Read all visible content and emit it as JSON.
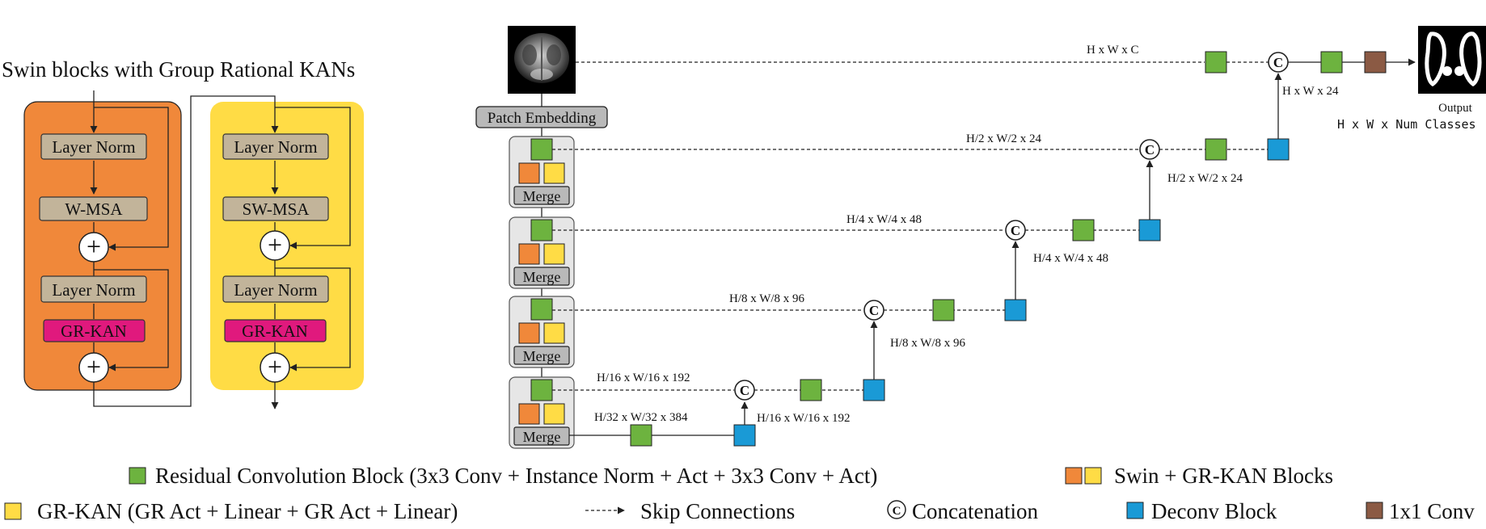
{
  "left_panel": {
    "title": "Swin blocks with Group Rational KANs",
    "block1": {
      "layer_norm_1": "Layer Norm",
      "attention": "W-MSA",
      "layer_norm_2": "Layer Norm",
      "kan": "GR-KAN",
      "fill_color": "#f0883a"
    },
    "block2": {
      "layer_norm_1": "Layer Norm",
      "attention": "SW-MSA",
      "layer_norm_2": "Layer Norm",
      "kan": "GR-KAN",
      "fill_color": "#ffdc45"
    }
  },
  "architecture": {
    "input_icon": "brain-mri-slice",
    "patch_embedding": "Patch Embedding",
    "merge_label": "Merge",
    "skip_labels": [
      "H x W x C",
      "H/2 x W/2 x 24",
      "H/4 x W/4 x 48",
      "H/8 x W/8 x 96",
      "H/16 x W/16 x 192",
      "H/32 x W/32 x 384"
    ],
    "deconv_labels": [
      "H/16 x W/16 x 192",
      "H/8 x W/8 x 96",
      "H/4 x W/4 x 48",
      "H/2 x W/2 x 24",
      "H x W x 24"
    ],
    "output_icon": "segmentation-mask",
    "output_label": "Output",
    "output_shape": "H x W x Num Classes",
    "concat_symbol": "C"
  },
  "legend": {
    "residual": "Residual Convolution Block (3x3 Conv + Instance Norm + Act + 3x3 Conv + Act)",
    "swin": "Swin + GR-KAN Blocks",
    "grkan": "GR-KAN (GR Act + Linear + GR Act + Linear)",
    "skip": "Skip Connections",
    "concat": "Concatenation",
    "deconv": "Deconv Block",
    "conv1x1": "1x1 Conv"
  },
  "colors": {
    "green": "#6db33f",
    "blue": "#1a9ad6",
    "brown": "#8b5a44",
    "orange": "#f0883a",
    "yellow": "#ffdc45",
    "magenta": "#e0197d",
    "tan": "#c2b49a",
    "merge_gray": "#b9b9b9"
  }
}
